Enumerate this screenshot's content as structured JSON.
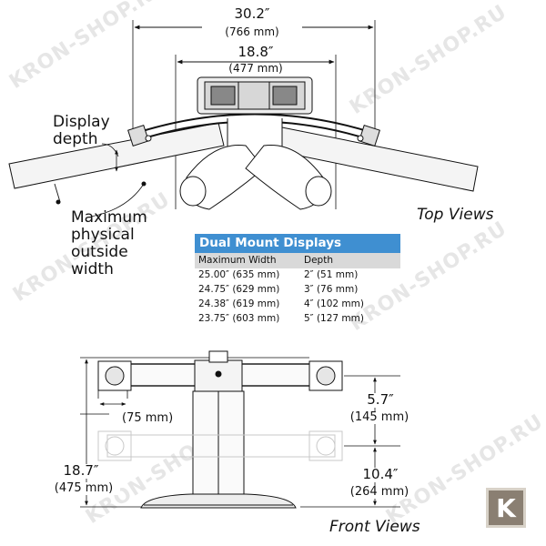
{
  "watermark": "KRON-SHOP.RU",
  "top_view": {
    "overall_width": "30.2″",
    "overall_width_mm": "(766 mm)",
    "inner_width": "18.8″",
    "inner_width_mm": "(477 mm)",
    "display_depth_label": "Display depth",
    "max_width_label": "Maximum physical outside width",
    "section_label": "Top Views"
  },
  "table": {
    "title": "Dual Mount Displays",
    "col_headers": [
      "Maximum Width",
      "Depth"
    ],
    "rows": [
      [
        "25.00″ (635 mm)",
        "2″ (51 mm)"
      ],
      [
        "24.75″ (629 mm)",
        "3″ (76 mm)"
      ],
      [
        "24.38″ (619 mm)",
        "4″ (102 mm)"
      ],
      [
        "23.75″ (603 mm)",
        "5″ (127 mm)"
      ]
    ]
  },
  "front_view": {
    "bracket_offset_mm": "(75 mm)",
    "upper_height": "5.7″",
    "upper_height_mm": "(145 mm)",
    "total_height": "18.7″",
    "total_height_mm": "(475 mm)",
    "lower_height": "10.4″",
    "lower_height_mm": "(264 mm)",
    "section_label": "Front Views"
  },
  "badge_letter": "K",
  "colors": {
    "table_header": "#3f8fd1",
    "table_colhead": "#d9d9d9",
    "badge": "#8a7f72"
  }
}
